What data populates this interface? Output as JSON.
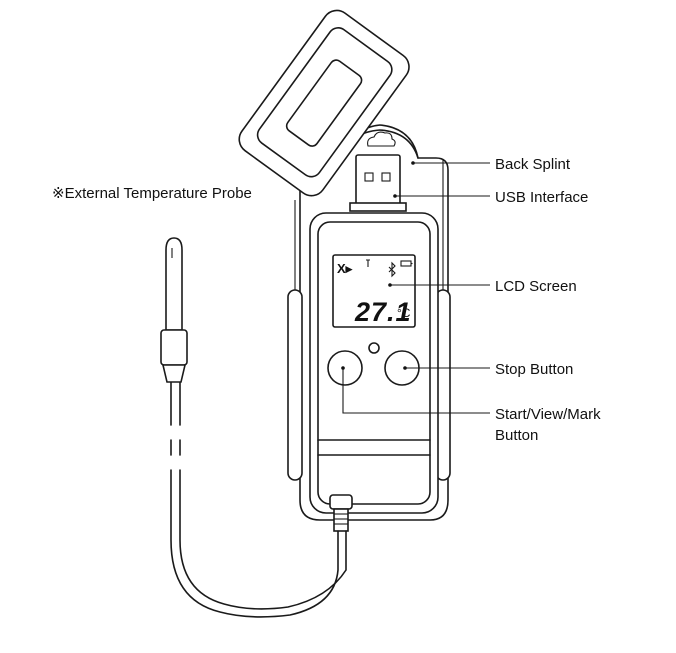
{
  "labels": {
    "back_splint": "Back Splint",
    "usb_interface": "USB  Interface",
    "lcd_screen": "LCD Screen",
    "stop_button": "Stop Button",
    "start_button_line1": "Start/View/Mark",
    "start_button_line2": "Button",
    "external_probe": "※External Temperature Probe"
  },
  "lcd": {
    "reading": "27.1",
    "unit": "°C",
    "mode_glyph": "X▸"
  }
}
